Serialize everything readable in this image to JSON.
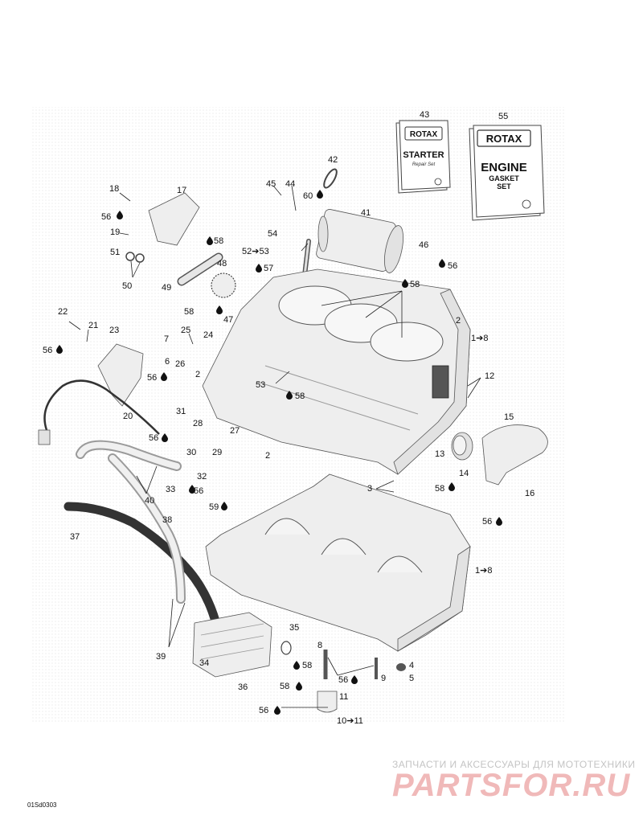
{
  "diagram_code": "01Sd0303",
  "watermark": {
    "tagline": "ЗАПЧАСТИ И АКСЕССУАРЫ ДЛЯ МОТОТЕХНИКИ",
    "brand": "PARTSFOR.RU"
  },
  "kits": {
    "starter": {
      "brand": "ROTAX",
      "title": "STARTER",
      "subtitle": "Repair Set"
    },
    "gasket": {
      "brand": "ROTAX",
      "title": "ENGINE",
      "line2": "GASKET",
      "line3": "SET"
    }
  },
  "callouts": [
    {
      "text": "43"
    },
    {
      "text": "55"
    },
    {
      "text": "42"
    },
    {
      "text": "45"
    },
    {
      "text": "44"
    },
    {
      "text": "60"
    },
    {
      "text": "18"
    },
    {
      "text": "17"
    },
    {
      "text": "56"
    },
    {
      "text": "19"
    },
    {
      "text": "41"
    },
    {
      "text": "54"
    },
    {
      "text": "58"
    },
    {
      "text": "46"
    },
    {
      "text": "52➔53"
    },
    {
      "text": "51"
    },
    {
      "text": "56"
    },
    {
      "text": "50"
    },
    {
      "text": "49"
    },
    {
      "text": "48"
    },
    {
      "text": "57"
    },
    {
      "text": "58"
    },
    {
      "text": "58"
    },
    {
      "text": "47"
    },
    {
      "text": "22"
    },
    {
      "text": "21"
    },
    {
      "text": "23"
    },
    {
      "text": "2"
    },
    {
      "text": "56"
    },
    {
      "text": "25"
    },
    {
      "text": "7"
    },
    {
      "text": "24"
    },
    {
      "text": "1➔8"
    },
    {
      "text": "6"
    },
    {
      "text": "26"
    },
    {
      "text": "2"
    },
    {
      "text": "53"
    },
    {
      "text": "58"
    },
    {
      "text": "12"
    },
    {
      "text": "56"
    },
    {
      "text": "31"
    },
    {
      "text": "20"
    },
    {
      "text": "28"
    },
    {
      "text": "15"
    },
    {
      "text": "27"
    },
    {
      "text": "56"
    },
    {
      "text": "30"
    },
    {
      "text": "29"
    },
    {
      "text": "2"
    },
    {
      "text": "13"
    },
    {
      "text": "14"
    },
    {
      "text": "32"
    },
    {
      "text": "33"
    },
    {
      "text": "56"
    },
    {
      "text": "3"
    },
    {
      "text": "58"
    },
    {
      "text": "16"
    },
    {
      "text": "40"
    },
    {
      "text": "59"
    },
    {
      "text": "56"
    },
    {
      "text": "38"
    },
    {
      "text": "37"
    },
    {
      "text": "1➔8"
    },
    {
      "text": "35"
    },
    {
      "text": "39"
    },
    {
      "text": "34"
    },
    {
      "text": "58"
    },
    {
      "text": "8"
    },
    {
      "text": "4"
    },
    {
      "text": "56"
    },
    {
      "text": "9"
    },
    {
      "text": "5"
    },
    {
      "text": "36"
    },
    {
      "text": "58"
    },
    {
      "text": "11"
    },
    {
      "text": "56"
    },
    {
      "text": "10➔11"
    }
  ]
}
